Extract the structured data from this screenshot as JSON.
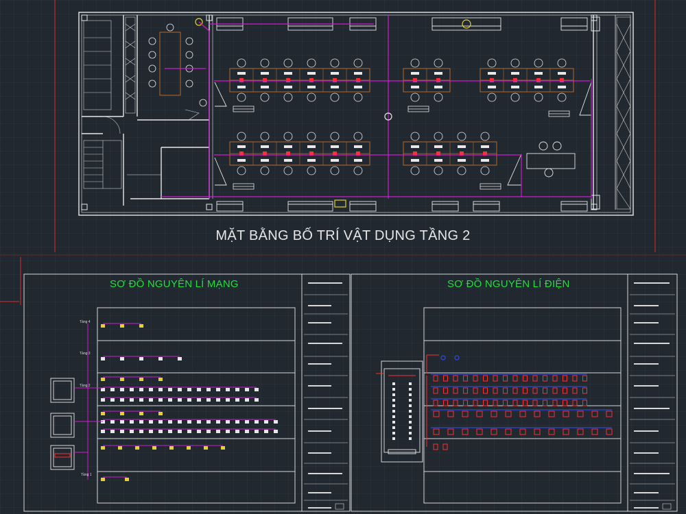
{
  "floor_plan": {
    "title": "MẶT BẰNG BỐ TRÍ VẬT DỤNG TẦNG 2"
  },
  "network_diagram": {
    "title": "SƠ ĐỒ NGUYÊN LÍ MẠNG",
    "levels": [
      "Tầng 4",
      "Tầng 3",
      "Tầng 2",
      "Tầng 1"
    ]
  },
  "electrical_diagram": {
    "title": "SƠ ĐỒ NGUYÊN LÍ ĐIỆN"
  },
  "colors": {
    "background": "#212830",
    "grid": "#2c333c",
    "wall": "#e8e8e8",
    "cable": "#d01ad0",
    "desk": "#b86a2a",
    "title_green": "#21e03a",
    "frame_red": "#c02828",
    "breaker_red": "#ff3030",
    "circuit_blue": "#3050ff"
  }
}
